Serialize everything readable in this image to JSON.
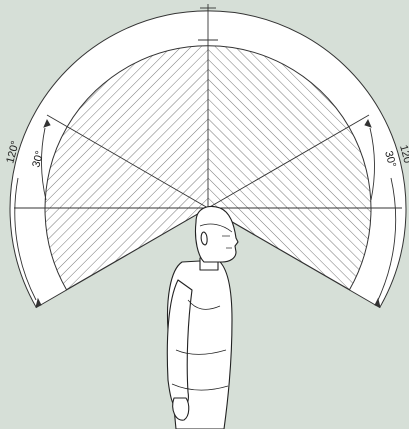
{
  "diagram": {
    "labels": {
      "outer_left": "120°",
      "inner_left": "30°",
      "inner_right": "30°",
      "outer_right": "120"
    },
    "angles": {
      "outer_sector_deg": 120,
      "inner_sector_deg": 30
    },
    "colors": {
      "background": "#d6dfd7",
      "outer_fill": "#ffffff",
      "line": "#333333",
      "hatch": "#555555"
    }
  }
}
